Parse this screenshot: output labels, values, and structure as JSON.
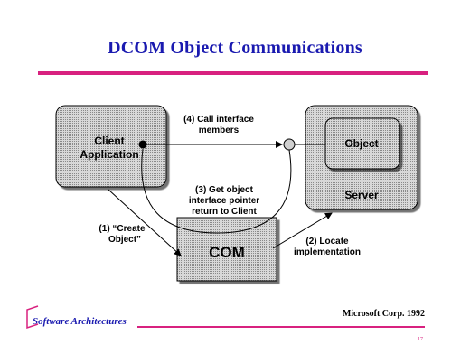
{
  "slide": {
    "title": "DCOM Object Communications",
    "footer_brand": "Software Architectures",
    "footer_credit": "Microsoft Corp. 1992",
    "page_number": "17"
  },
  "diagram": {
    "client_label_line1": "Client",
    "client_label_line2": "Application",
    "object_label": "Object",
    "server_label": "Server",
    "com_label": "COM",
    "step4_line1": "(4) Call interface",
    "step4_line2": "members",
    "step3_line1": "(3)  Get object",
    "step3_line2": "interface pointer",
    "step3_line3": "return to Client",
    "step1_line1": "(1) “Create",
    "step1_line2": "Object”",
    "step2_line1": "(2) Locate",
    "step2_line2": "implementation"
  },
  "colors": {
    "title": "#1a1ab0",
    "accent": "#d8217f",
    "box_fill": "#c9c9c9"
  }
}
